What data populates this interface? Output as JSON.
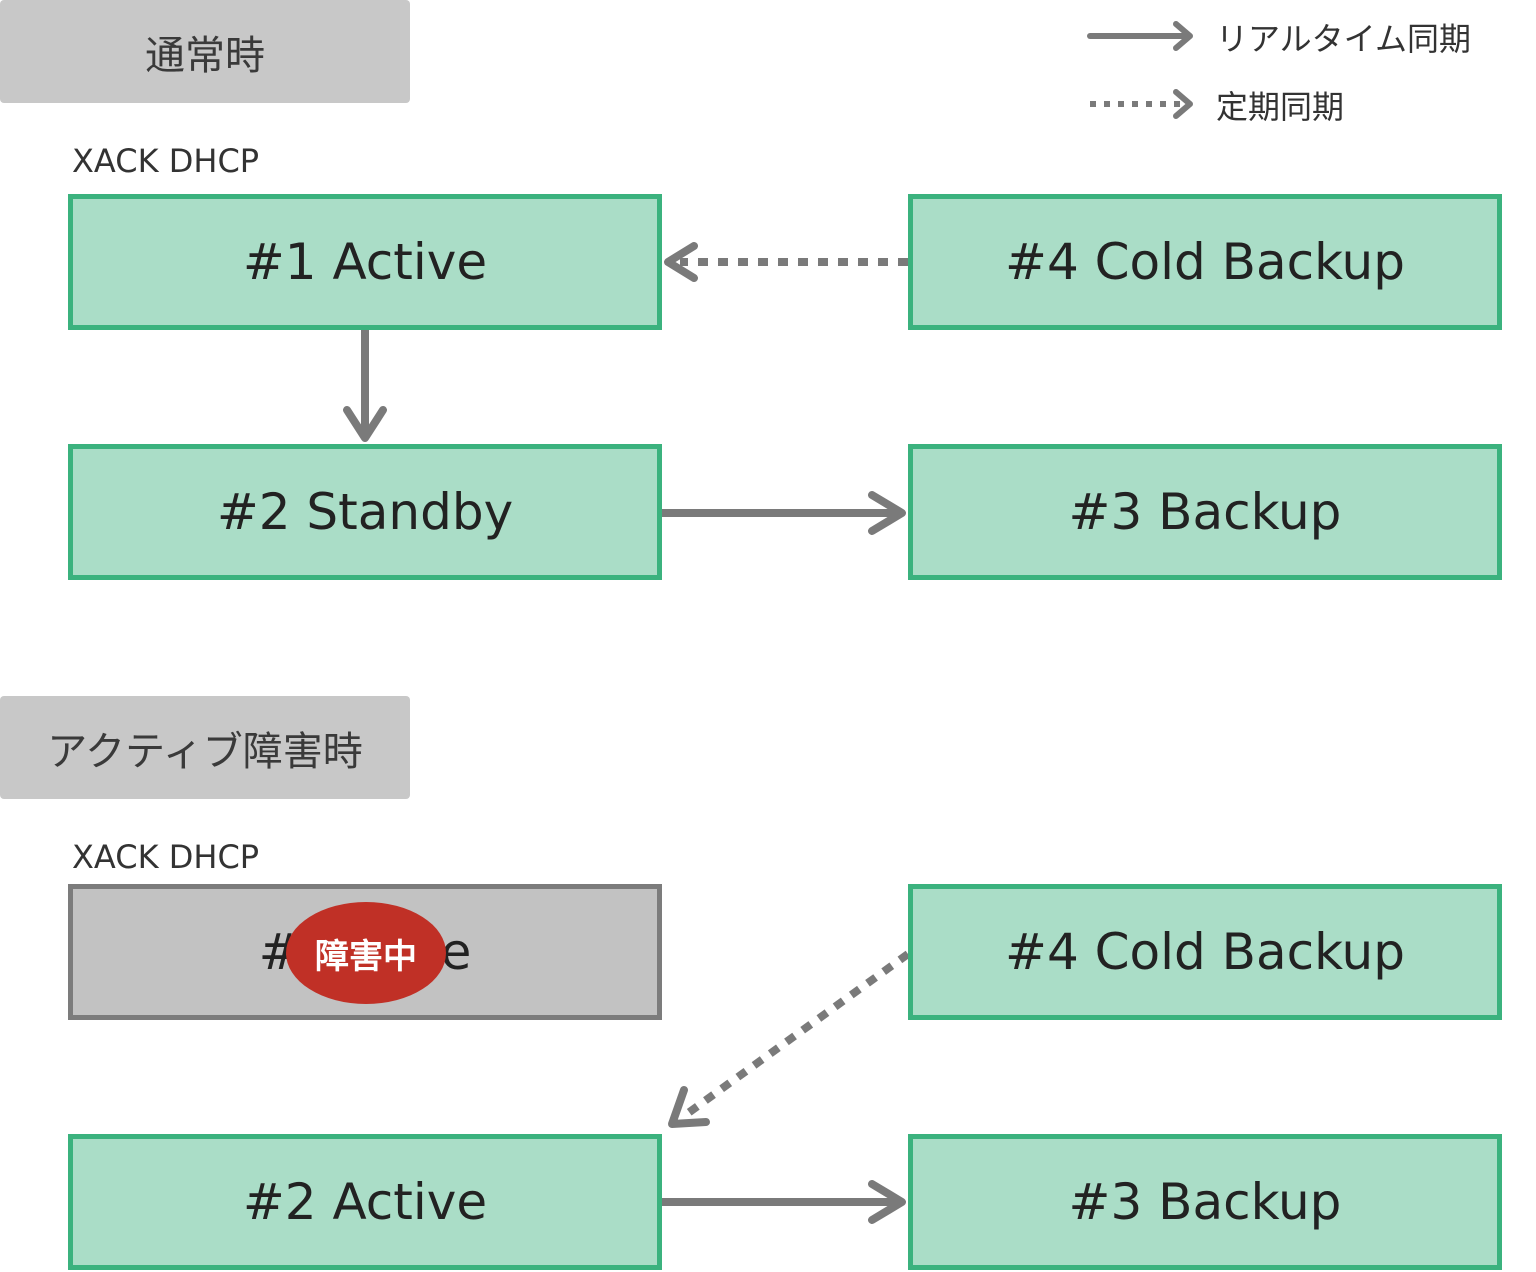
{
  "legend": {
    "realtime_label": "リアルタイム同期",
    "periodic_label": "定期同期"
  },
  "normal": {
    "section_title": "通常時",
    "group_label": "XACK DHCP",
    "node1": "#1 Active",
    "node2": "#2 Standby",
    "node3": "#3 Backup",
    "node4": "#4 Cold Backup"
  },
  "failure": {
    "section_title": "アクティブ障害時",
    "group_label": "XACK DHCP",
    "node1_left": "#",
    "node1_right": "e",
    "badge": "障害中",
    "node2": "#2 Active",
    "node3": "#3 Backup",
    "node4": "#4 Cold Backup"
  },
  "colors": {
    "node_fill": "#aaddc7",
    "node_border": "#3bb27e",
    "failed_fill": "#c2c2c2",
    "failed_border": "#7c7c7c",
    "badge": "#c03026",
    "arrow": "#7a7a7a",
    "section_bg": "#c8c8c8"
  }
}
